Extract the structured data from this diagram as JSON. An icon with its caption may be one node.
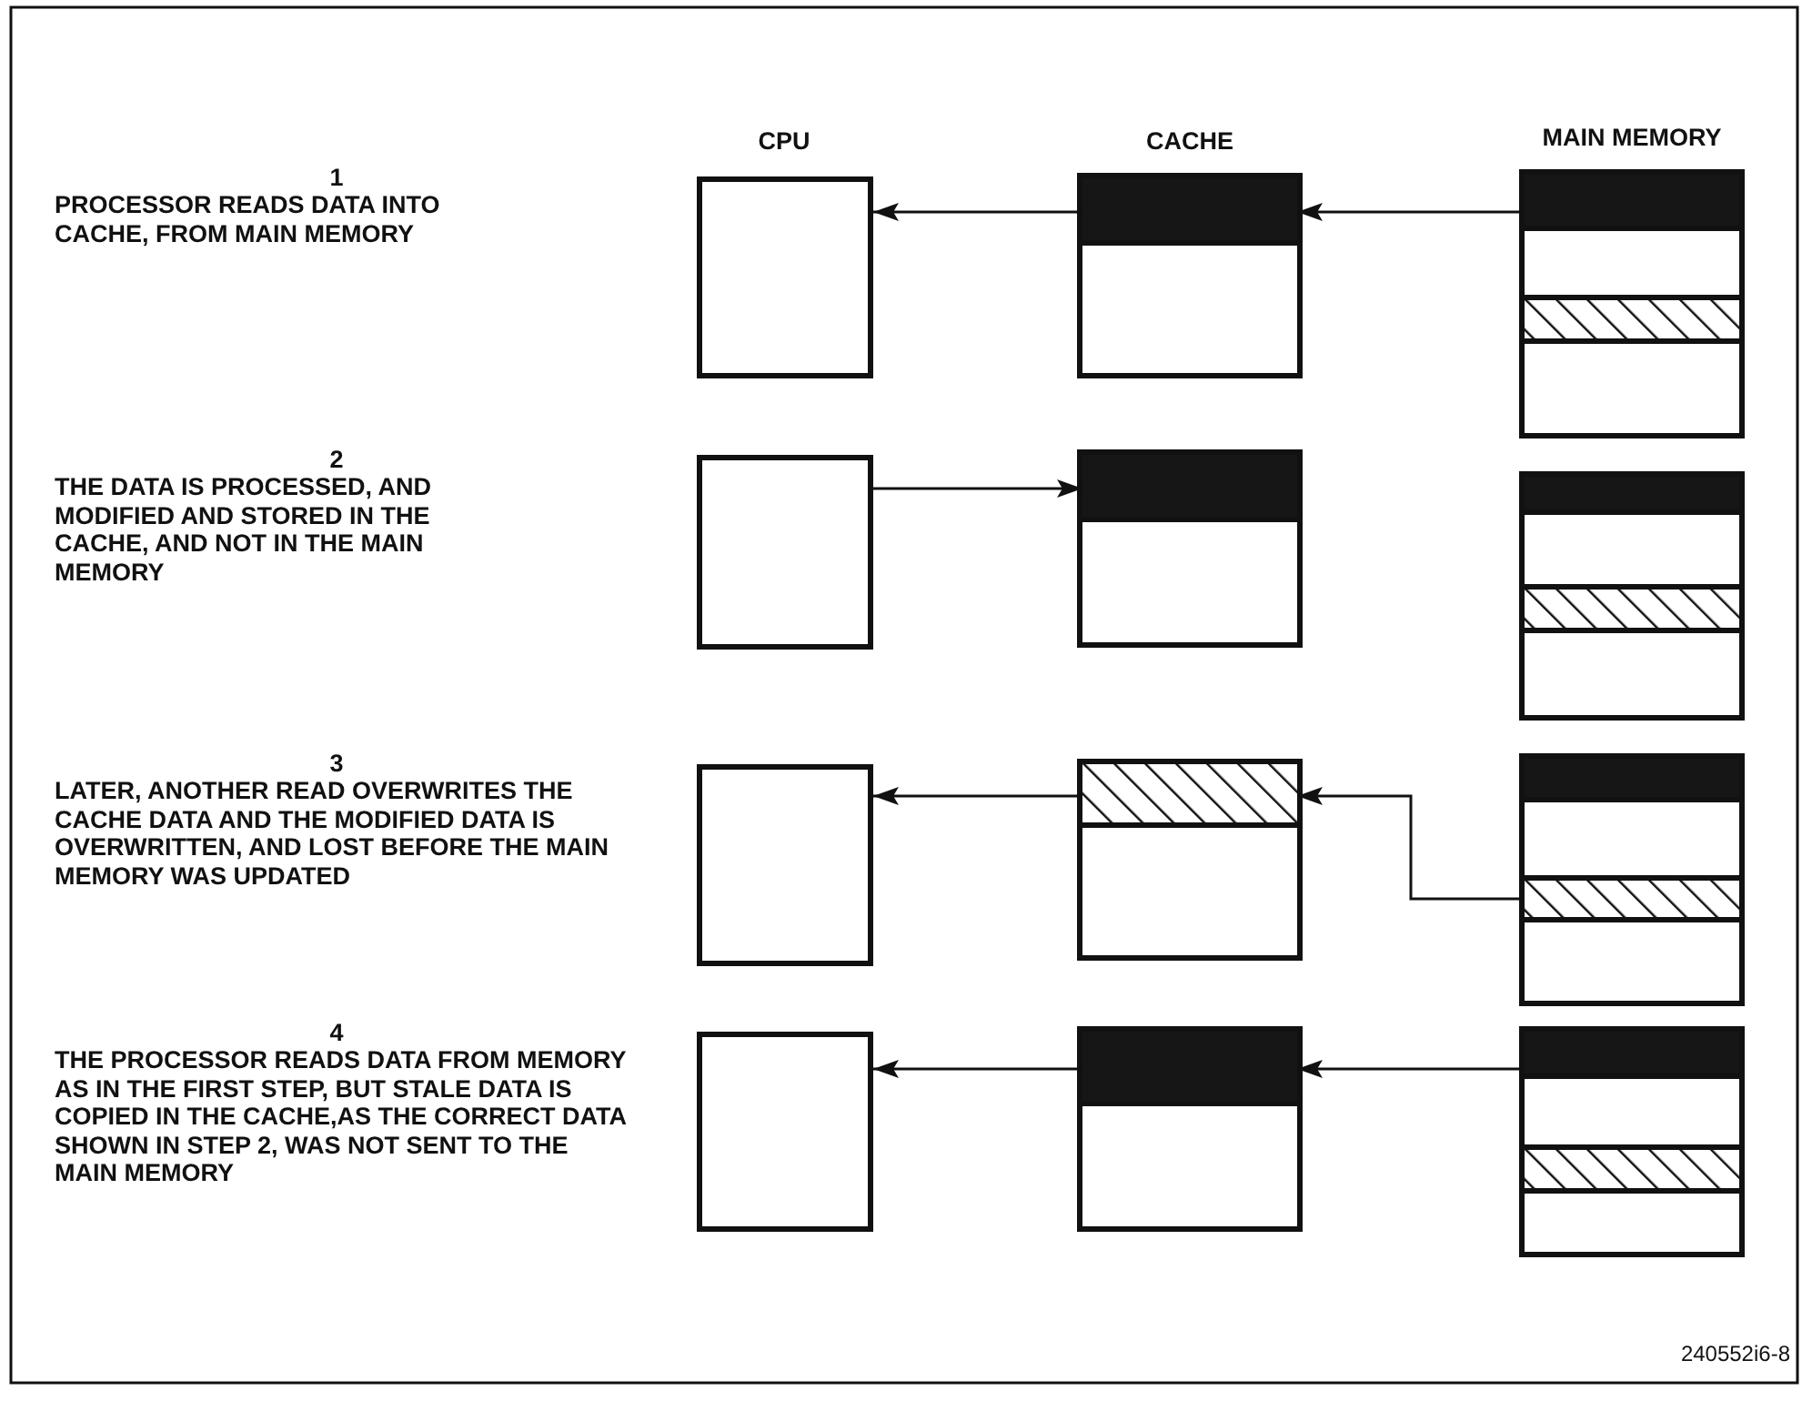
{
  "diagram": {
    "nodes": [
      {
        "text": [],
        "shape": "box"
      },
      {
        "text": [],
        "shape": "box"
      },
      {
        "text": [],
        "shape": "bar",
        "in": 1
      },
      {
        "text": [],
        "shape": "box"
      },
      {
        "text": [],
        "shape": "bar",
        "in": 3
      },
      {
        "text": [],
        "shape": "bar",
        "in": 3
      },
      {
        "text": [],
        "shape": "box"
      },
      {
        "text": [],
        "shape": "box"
      },
      {
        "text": [],
        "shape": "bar",
        "in": 7
      },
      {
        "text": [],
        "shape": "box"
      },
      {
        "text": [],
        "shape": "bar",
        "in": 9
      },
      {
        "text": [],
        "shape": "bar",
        "in": 9
      },
      {
        "text": [],
        "shape": "box"
      },
      {
        "text": [],
        "shape": "box"
      },
      {
        "text": [],
        "shape": "bar",
        "in": 13
      },
      {
        "text": [],
        "shape": "box"
      },
      {
        "text": [],
        "shape": "bar",
        "in": 15
      },
      {
        "text": [],
        "shape": "bar",
        "in": 15
      },
      {
        "text": [],
        "shape": "box"
      },
      {
        "text": [],
        "shape": "box"
      },
      {
        "text": [],
        "shape": "bar",
        "in": 19
      },
      {
        "text": [],
        "shape": "box"
      },
      {
        "text": [],
        "shape": "bar",
        "in": 21
      },
      {
        "text": [],
        "shape": "bar",
        "in": 21
      }
    ],
    "edges": [
      {
        "from": 4,
        "to": 2,
        "arrow": "to"
      },
      {
        "from": 2,
        "to": 0,
        "arrow": "to"
      },
      {
        "from": 6,
        "to": 8,
        "arrow": "to"
      },
      {
        "from": 17,
        "to": 14,
        "arrow": "to"
      },
      {
        "from": 14,
        "to": 12,
        "arrow": "to"
      },
      {
        "from": 22,
        "to": 20,
        "arrow": "to"
      },
      {
        "from": 20,
        "to": 18,
        "arrow": "to"
      }
    ],
    "labels": [
      "CPU",
      "CACHE",
      "MAIN MEMORY",
      "1",
      "PROCESSOR READS DATA INTO CACHE, FROM MAIN MEMORY",
      "2",
      "THE DATA IS PROCESSED, AND MODIFIED AND STORED IN THE CACHE, AND NOT IN THE MAIN MEMORY",
      "3",
      "LATER, ANOTHER READ OVERWRITES THE CACHE DATA AND THE MODIFIED DATA IS OVERWRITTEN, AND LOST BEFORE THE MAIN MEMORY WAS UPDATED",
      "4",
      "THE PROCESSOR READS DATA FROM MEMORY AS IN THE FIRST STEP, BUT STALE DATA IS COPIED IN THE CACHE,AS THE CORRECT DATA SHOWN IN STEP 2, WAS NOT SENT TO THE MAIN MEMORY",
      "240552i6-8"
    ]
  }
}
